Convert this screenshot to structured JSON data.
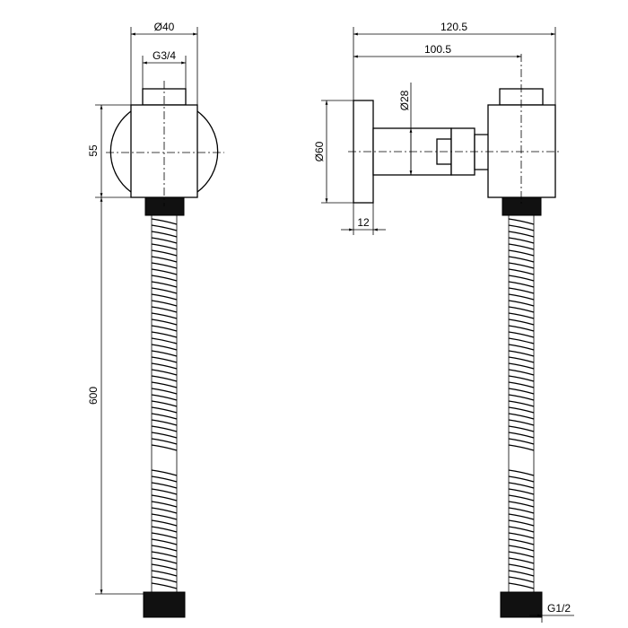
{
  "drawing": {
    "front_view": {
      "dim_width": "Ø40",
      "dim_thread_top": "G3/4",
      "dim_body_height": "55",
      "dim_hose_length": "600"
    },
    "side_view": {
      "dim_total_depth": "120.5",
      "dim_axis_depth": "100.5",
      "dim_stem_diameter": "Ø28",
      "dim_plate_diameter": "Ø60",
      "dim_plate_thickness": "12",
      "dim_thread_bottom": "G1/2"
    }
  }
}
